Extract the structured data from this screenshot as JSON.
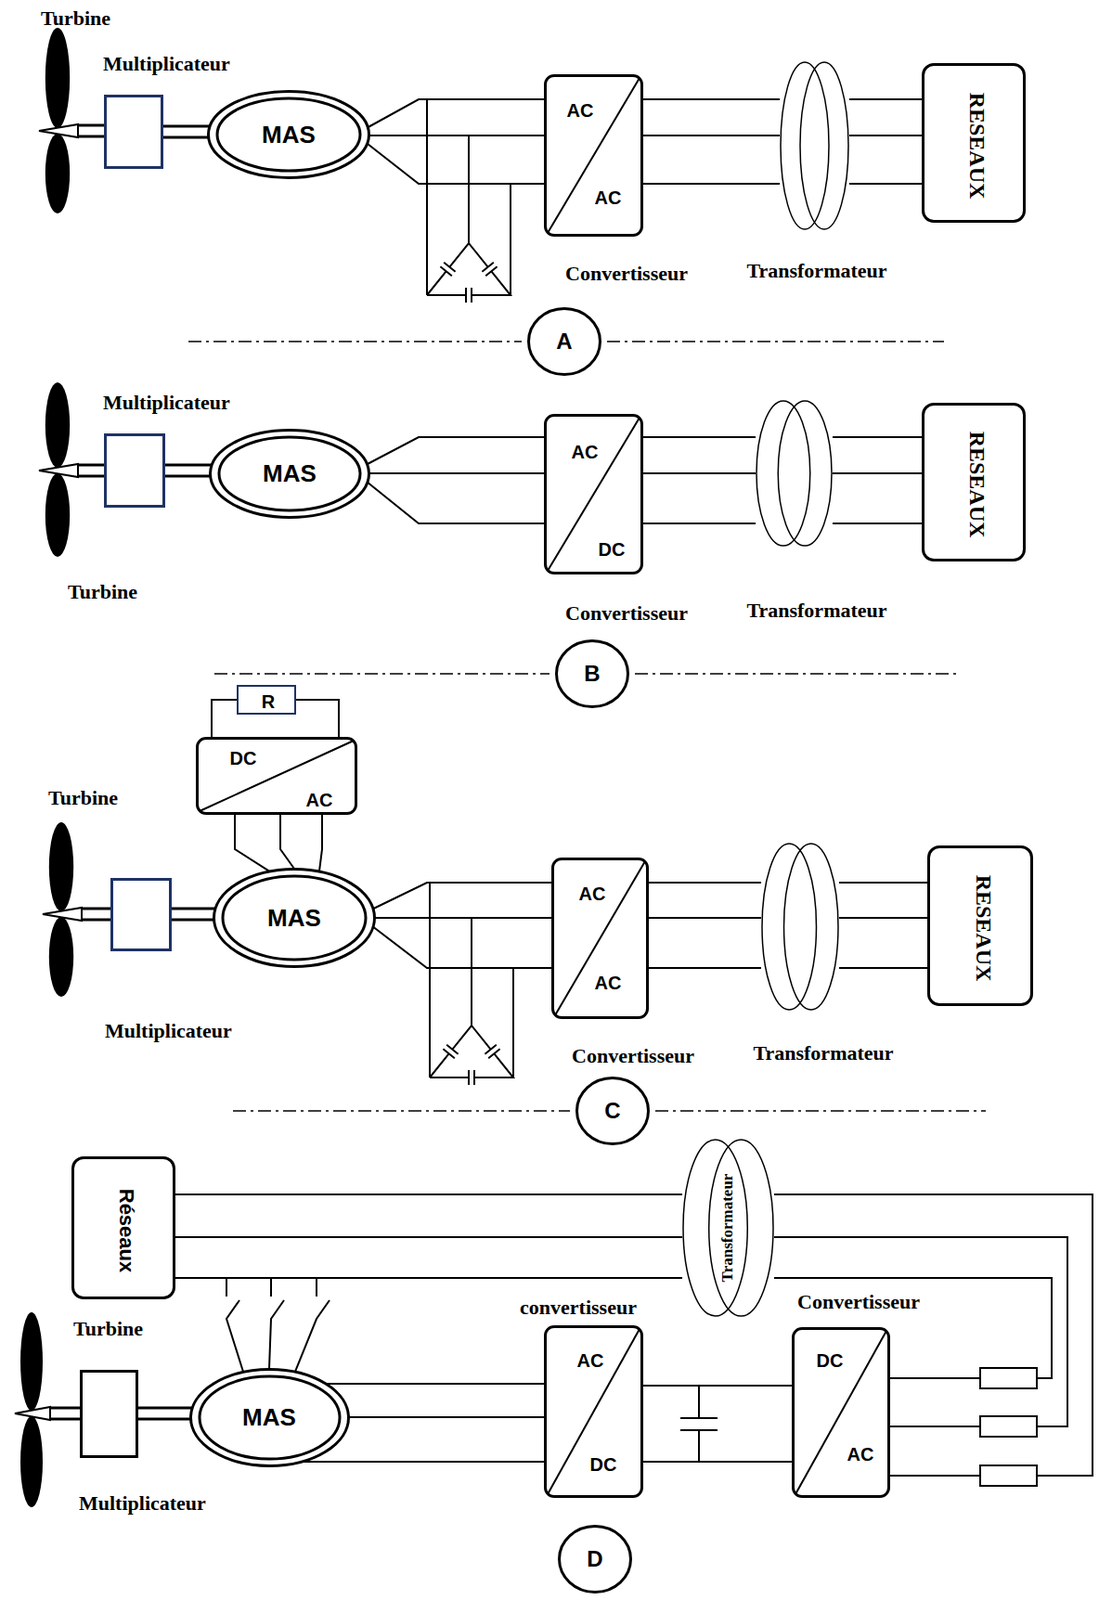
{
  "diagram": {
    "nodes": [
      {
        "text": [
          "Turbine"
        ]
      },
      {
        "text": [
          "Multiplicateur"
        ]
      },
      {
        "text": [
          "MAS"
        ]
      },
      {
        "text": [
          "AC",
          "AC",
          "Convertisseur"
        ]
      },
      {
        "text": [
          "Transformateur"
        ]
      },
      {
        "text": [
          "RESEAUX"
        ]
      },
      {
        "text": [
          "A"
        ]
      },
      {
        "text": [
          "Turbine"
        ]
      },
      {
        "text": [
          "Multiplicateur"
        ]
      },
      {
        "text": [
          "MAS"
        ]
      },
      {
        "text": [
          "AC",
          "DC",
          "Convertisseur"
        ]
      },
      {
        "text": [
          "Transformateur"
        ]
      },
      {
        "text": [
          "RESEAUX"
        ]
      },
      {
        "text": [
          "B"
        ]
      },
      {
        "text": [
          "R"
        ]
      },
      {
        "text": [
          "DC",
          "AC"
        ]
      },
      {
        "text": [
          "Turbine"
        ]
      },
      {
        "text": [
          "Multiplicateur"
        ]
      },
      {
        "text": [
          "MAS"
        ]
      },
      {
        "text": [
          "AC",
          "AC",
          "Convertisseur"
        ]
      },
      {
        "text": [
          "Transformateur"
        ]
      },
      {
        "text": [
          "RESEAUX"
        ]
      },
      {
        "text": [
          "C"
        ]
      },
      {
        "text": [
          "Réseaux"
        ]
      },
      {
        "text": [
          "Transformateur"
        ]
      },
      {
        "text": [
          "Turbine"
        ]
      },
      {
        "text": [
          "Multiplicateur"
        ]
      },
      {
        "text": [
          "MAS"
        ]
      },
      {
        "text": [
          "convertisseur",
          "AC",
          "DC"
        ]
      },
      {
        "text": [
          "Convertisseur",
          "DC",
          "AC"
        ]
      },
      {
        "text": [
          "D"
        ]
      }
    ],
    "edges": [
      {
        "from": 0,
        "to": 1,
        "arrow": "none"
      },
      {
        "from": 1,
        "to": 2,
        "arrow": "none"
      },
      {
        "from": 2,
        "to": 3,
        "arrow": "none"
      },
      {
        "from": 3,
        "to": 4,
        "arrow": "none"
      },
      {
        "from": 4,
        "to": 5,
        "arrow": "none"
      },
      {
        "from": 7,
        "to": 8,
        "arrow": "none"
      },
      {
        "from": 8,
        "to": 9,
        "arrow": "none"
      },
      {
        "from": 9,
        "to": 10,
        "arrow": "none"
      },
      {
        "from": 10,
        "to": 11,
        "arrow": "none"
      },
      {
        "from": 11,
        "to": 12,
        "arrow": "none"
      },
      {
        "from": 14,
        "to": 15,
        "arrow": "none"
      },
      {
        "from": 16,
        "to": 17,
        "arrow": "none"
      },
      {
        "from": 17,
        "to": 18,
        "arrow": "none"
      },
      {
        "from": 15,
        "to": 18,
        "arrow": "none"
      },
      {
        "from": 18,
        "to": 19,
        "arrow": "none"
      },
      {
        "from": 19,
        "to": 20,
        "arrow": "none"
      },
      {
        "from": 20,
        "to": 21,
        "arrow": "none"
      },
      {
        "from": 25,
        "to": 26,
        "arrow": "none"
      },
      {
        "from": 26,
        "to": 27,
        "arrow": "none"
      },
      {
        "from": 23,
        "to": 24,
        "arrow": "none"
      },
      {
        "from": 24,
        "to": 29,
        "arrow": "none"
      },
      {
        "from": 23,
        "to": 27,
        "arrow": "none"
      },
      {
        "from": 27,
        "to": 28,
        "arrow": "none"
      },
      {
        "from": 28,
        "to": 29,
        "arrow": "none"
      }
    ]
  }
}
